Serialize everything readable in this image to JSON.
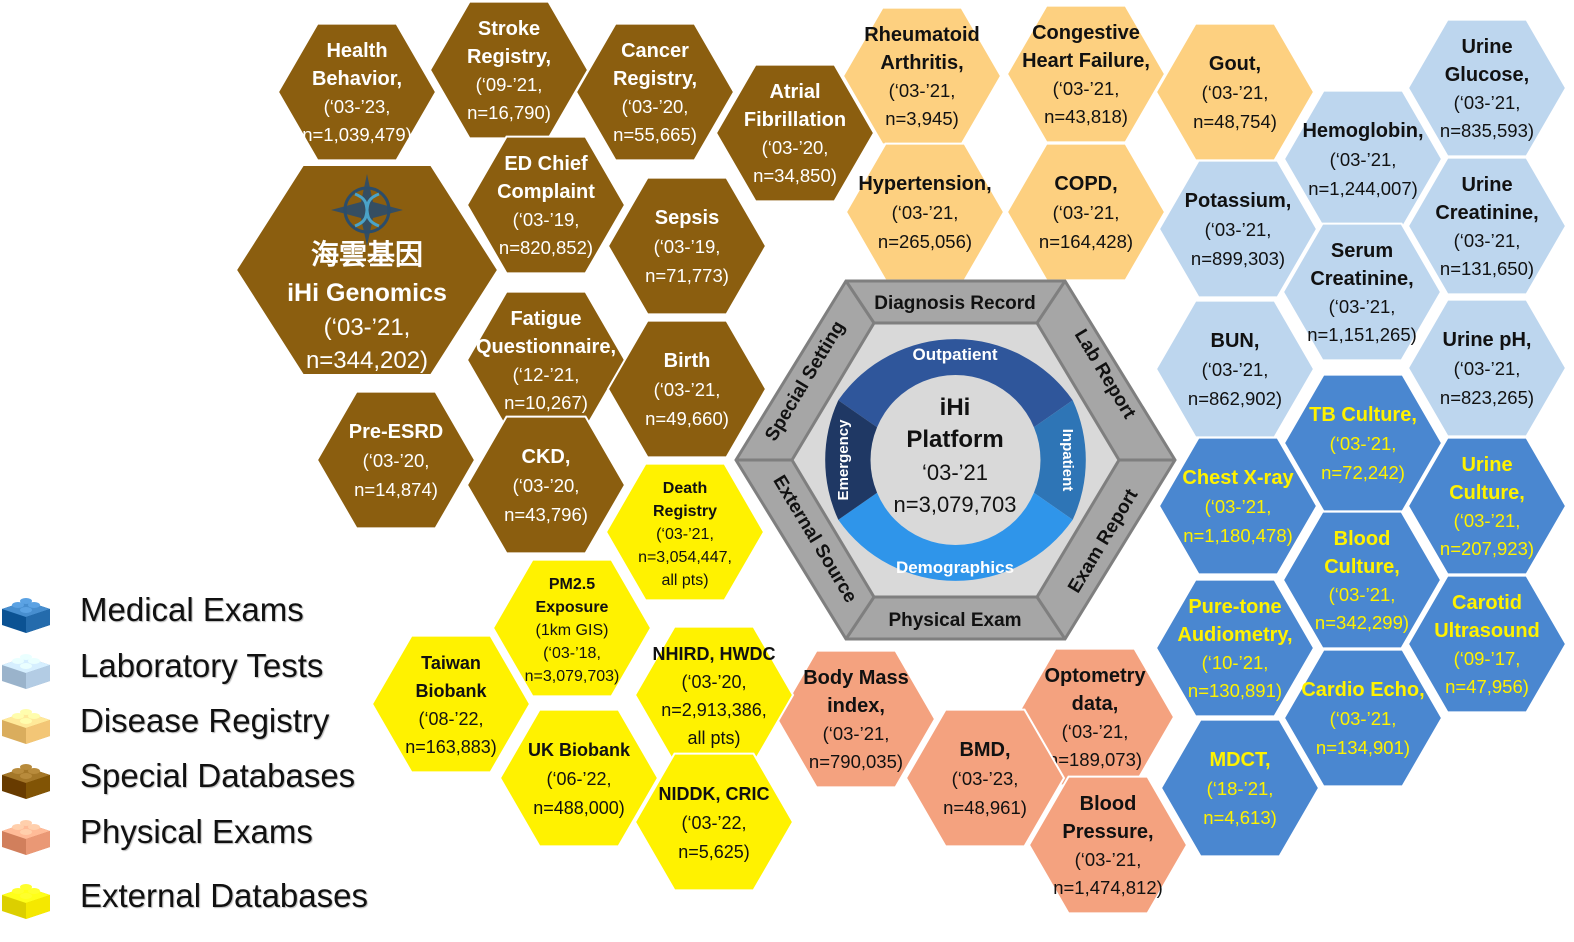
{
  "colors": {
    "special": "#8b5e0f",
    "disease": "#fdd080",
    "lab": "#bdd6ee",
    "medical": "#4a87d0",
    "physical": "#f4a27f",
    "external": "#fff200",
    "medical_text": "#fff200",
    "platform_outer": "#a9a9a9",
    "platform_band": "#d9d9d9",
    "ring_outpatient": "#2f569b",
    "ring_inpatient": "#2e75b6",
    "ring_demographics": "#2f95ea",
    "ring_emergency": "#1f3864"
  },
  "hexagons": [
    {
      "id": "health-behavior",
      "cat": "special",
      "lines": [
        "Health",
        "Behavior,",
        "(‘03-’23,",
        "n=1,039,479)"
      ]
    },
    {
      "id": "stroke-registry",
      "cat": "special",
      "lines": [
        "Stroke",
        "Registry,",
        "(‘09-’21,",
        "n=16,790)"
      ]
    },
    {
      "id": "cancer-registry",
      "cat": "special",
      "lines": [
        "Cancer",
        "Registry,",
        "(‘03-’20,",
        "n=55,665)"
      ]
    },
    {
      "id": "atrial-fibrillation",
      "cat": "special",
      "lines": [
        "Atrial",
        "Fibrillation",
        "(‘03-’20,",
        "n=34,850)"
      ]
    },
    {
      "id": "ed-chief-complaint",
      "cat": "special",
      "lines": [
        "ED Chief",
        "Complaint",
        "(‘03-’19,",
        "n=820,852)"
      ]
    },
    {
      "id": "sepsis",
      "cat": "special",
      "lines": [
        "Sepsis",
        "(‘03-’19,",
        "n=71,773)"
      ]
    },
    {
      "id": "fatigue-questionnaire",
      "cat": "special",
      "lines": [
        "Fatigue",
        "Questionnaire,",
        "(‘12-’21,",
        "n=10,267)"
      ]
    },
    {
      "id": "birth",
      "cat": "special",
      "lines": [
        "Birth",
        "(‘03-’21,",
        "n=49,660)"
      ]
    },
    {
      "id": "pre-esrd",
      "cat": "special",
      "lines": [
        "Pre-ESRD",
        "(‘03-’20,",
        "n=14,874)"
      ]
    },
    {
      "id": "ckd",
      "cat": "special",
      "lines": [
        "CKD,",
        "(‘03-’20,",
        "n=43,796)"
      ]
    },
    {
      "id": "rheumatoid-arthritis",
      "cat": "disease",
      "lines": [
        "Rheumatoid",
        "Arthritis,",
        "(‘03-’21,",
        "n=3,945)"
      ]
    },
    {
      "id": "congestive-heart-failure",
      "cat": "disease",
      "lines": [
        "Congestive",
        "Heart Failure,",
        "(‘03-’21,",
        "n=43,818)"
      ]
    },
    {
      "id": "gout",
      "cat": "disease",
      "lines": [
        "Gout,",
        "(‘03-’21,",
        "n=48,754)"
      ]
    },
    {
      "id": "hypertension",
      "cat": "disease",
      "lines": [
        "Hypertension,",
        "(‘03-’21,",
        "n=265,056)"
      ]
    },
    {
      "id": "copd",
      "cat": "disease",
      "lines": [
        "COPD,",
        "(‘03-’21,",
        "n=164,428)"
      ]
    },
    {
      "id": "urine-glucose",
      "cat": "lab",
      "lines": [
        "Urine",
        "Glucose,",
        "(‘03-’21,",
        "n=835,593)"
      ]
    },
    {
      "id": "hemoglobin",
      "cat": "lab",
      "lines": [
        "Hemoglobin,",
        "(‘03-’21,",
        "n=1,244,007)"
      ]
    },
    {
      "id": "potassium",
      "cat": "lab",
      "lines": [
        "Potassium,",
        "(‘03-’21,",
        "n=899,303)"
      ]
    },
    {
      "id": "urine-creatinine",
      "cat": "lab",
      "lines": [
        "Urine",
        "Creatinine,",
        "(‘03-’21,",
        "n=131,650)"
      ]
    },
    {
      "id": "serum-creatinine",
      "cat": "lab",
      "lines": [
        "Serum",
        "Creatinine,",
        "(‘03-’21,",
        "n=1,151,265)"
      ]
    },
    {
      "id": "bun",
      "cat": "lab",
      "lines": [
        "BUN,",
        "(‘03-’21,",
        "n=862,902)"
      ]
    },
    {
      "id": "urine-ph",
      "cat": "lab",
      "lines": [
        "Urine pH,",
        "(‘03-’21,",
        "n=823,265)"
      ]
    },
    {
      "id": "tb-culture",
      "cat": "medical",
      "lines": [
        "TB Culture,",
        "(‘03-’21,",
        "n=72,242)"
      ]
    },
    {
      "id": "chest-x-ray",
      "cat": "medical",
      "lines": [
        "Chest X-ray",
        "(‘03-’21,",
        "n=1,180,478)"
      ]
    },
    {
      "id": "urine-culture",
      "cat": "medical",
      "lines": [
        "Urine",
        "Culture,",
        "(‘03-’21,",
        "n=207,923)"
      ]
    },
    {
      "id": "blood-culture",
      "cat": "medical",
      "lines": [
        "Blood",
        "Culture,",
        "(‘03-’21,",
        "n=342,299)"
      ]
    },
    {
      "id": "pure-tone-audiometry",
      "cat": "medical",
      "lines": [
        "Pure-tone",
        "Audiometry,",
        "(‘10-’21,",
        "n=130,891)"
      ]
    },
    {
      "id": "carotid-ultrasound",
      "cat": "medical",
      "lines": [
        "Carotid",
        "Ultrasound",
        "(‘09-’17,",
        "n=47,956)"
      ]
    },
    {
      "id": "cardio-echo",
      "cat": "medical",
      "lines": [
        "Cardio Echo,",
        "(‘03-’21,",
        "n=134,901)"
      ]
    },
    {
      "id": "mdct",
      "cat": "medical",
      "lines": [
        "MDCT,",
        "(‘18-’21,",
        "n=4,613)"
      ]
    },
    {
      "id": "body-mass-index",
      "cat": "physical",
      "lines": [
        "Body Mass",
        "index,",
        "(‘03-’21,",
        "n=790,035)"
      ]
    },
    {
      "id": "optometry-data",
      "cat": "physical",
      "lines": [
        "Optometry",
        "data,",
        "(‘03-’21,",
        "n=189,073)"
      ]
    },
    {
      "id": "bmd",
      "cat": "physical",
      "lines": [
        "BMD,",
        "(‘03-’23,",
        "n=48,961)"
      ]
    },
    {
      "id": "blood-pressure",
      "cat": "physical",
      "lines": [
        "Blood",
        "Pressure,",
        "(‘03-’21,",
        "n=1,474,812)"
      ]
    },
    {
      "id": "death-registry",
      "cat": "external",
      "lines": [
        "Death",
        "Registry",
        "(‘03-’21,",
        "n=3,054,447,",
        "all pts)"
      ]
    },
    {
      "id": "pm25-exposure",
      "cat": "external",
      "lines": [
        "PM2.5",
        "Exposure",
        "(1km GIS)",
        "(‘03-’18,",
        "n=3,079,703)"
      ]
    },
    {
      "id": "nhird-hwdc",
      "cat": "external",
      "lines": [
        "NHIRD, HWDC",
        "(‘03-’20,",
        "n=2,913,386,",
        "all pts)"
      ]
    },
    {
      "id": "taiwan-biobank",
      "cat": "external",
      "lines": [
        "Taiwan",
        "Biobank",
        "(‘08-’22,",
        "n=163,883)"
      ]
    },
    {
      "id": "uk-biobank",
      "cat": "external",
      "lines": [
        "UK Biobank",
        "(‘06-’22,",
        "n=488,000)"
      ]
    },
    {
      "id": "niddk-cric",
      "cat": "external",
      "lines": [
        "NIDDK, CRIC",
        "(‘03-’22,",
        "n=5,625)"
      ]
    }
  ],
  "genomics": {
    "chinese_name": "海雲基因",
    "name": "iHi Genomics",
    "period": "(‘03-’21,",
    "count": "n=344,202)",
    "logo_icon": "compass-dna-icon"
  },
  "platform": {
    "title_line1": "iHi",
    "title_line2": "Platform",
    "period": "‘03-’21",
    "count": "n=3,079,703",
    "outer_labels": {
      "top": "Diagnosis Record",
      "upper_right": "Lab Report",
      "lower_right": "Exam Report",
      "bottom": "Physical Exam",
      "lower_left": "External Source",
      "upper_left": "Special Setting"
    },
    "ring_labels": {
      "top": "Outpatient",
      "right": "Inpatient",
      "bottom": "Demographics",
      "left": "Emergency"
    }
  },
  "legend": [
    {
      "label": "Medical Exams",
      "color": "#2e75b6",
      "icon": "lego-brick-icon"
    },
    {
      "label": "Laboratory Tests",
      "color": "#bdd6ee",
      "icon": "lego-brick-icon"
    },
    {
      "label": "Disease Registry",
      "color": "#fdd080",
      "icon": "lego-brick-icon"
    },
    {
      "label": "Special Databases",
      "color": "#8b5e0f",
      "icon": "lego-brick-icon"
    },
    {
      "label": "Physical Exams",
      "color": "#f4a27f",
      "icon": "lego-brick-icon"
    },
    {
      "label": "External Databases",
      "color": "#fff200",
      "icon": "lego-brick-icon"
    }
  ]
}
